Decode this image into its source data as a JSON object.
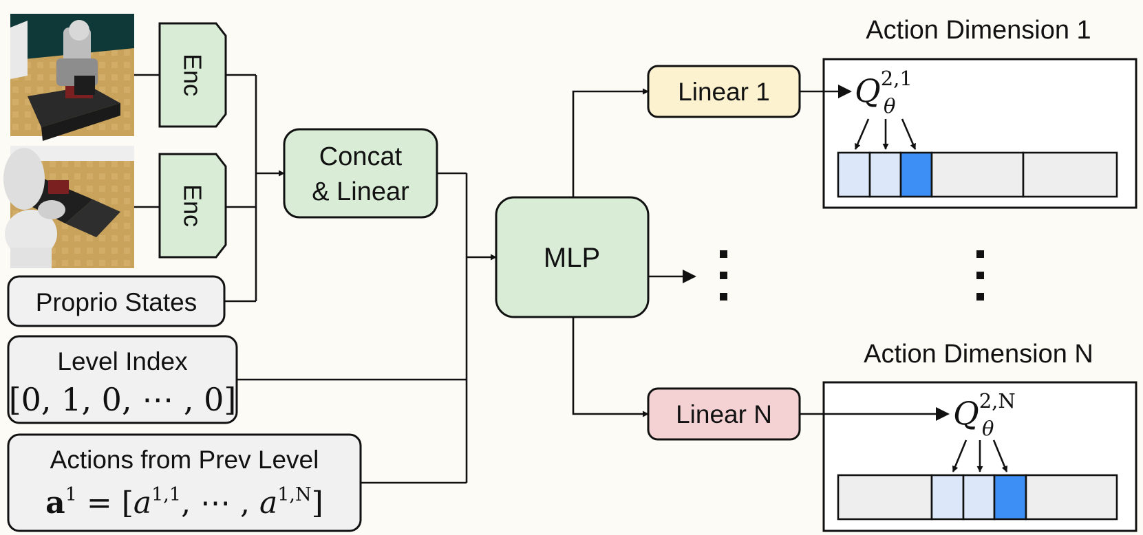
{
  "encoders": [
    "Enc",
    "Enc"
  ],
  "inputs": {
    "proprio_label": "Proprio States",
    "level_label": "Level Index",
    "level_vector": "[0, 1, 0, ⋯ , 0]",
    "prev_actions_label": "Actions from Prev Level",
    "prev_actions": {
      "lhs": "a",
      "lhs_sup": "1",
      "eq": " = [",
      "first": "a",
      "first_sup": "1,1",
      "mid": ", ⋯ , ",
      "last": "a",
      "last_sup": "1,N",
      "close": "]"
    }
  },
  "concat_label": [
    "Concat",
    "& Linear"
  ],
  "mlp_label": "MLP",
  "heads": [
    {
      "label": "Linear 1",
      "fill": "#fdf2d0",
      "dimension_title": "Action Dimension 1",
      "q": {
        "base": "Q",
        "sup": "2,1",
        "sub": "θ"
      },
      "bins": [
        {
          "fill": "#dce8fa"
        },
        {
          "fill": "#dce8fa"
        },
        {
          "fill": "#3d8ff5"
        },
        {
          "fill": "#eeeeee"
        },
        {
          "fill": "#eeeeee"
        }
      ]
    },
    {
      "label": "Linear N",
      "fill": "#f4d2d4",
      "dimension_title": "Action Dimension N",
      "q": {
        "base": "Q",
        "sup": "2,N",
        "sub": "θ"
      },
      "bins": [
        {
          "fill": "#eeeeee"
        },
        {
          "fill": "#dce8fa"
        },
        {
          "fill": "#dce8fa"
        },
        {
          "fill": "#3d8ff5"
        },
        {
          "fill": "#eeeeee"
        }
      ]
    }
  ],
  "colors": {
    "green": "#d8ecd6",
    "gray": "#f1f1f1",
    "line": "#111111"
  }
}
